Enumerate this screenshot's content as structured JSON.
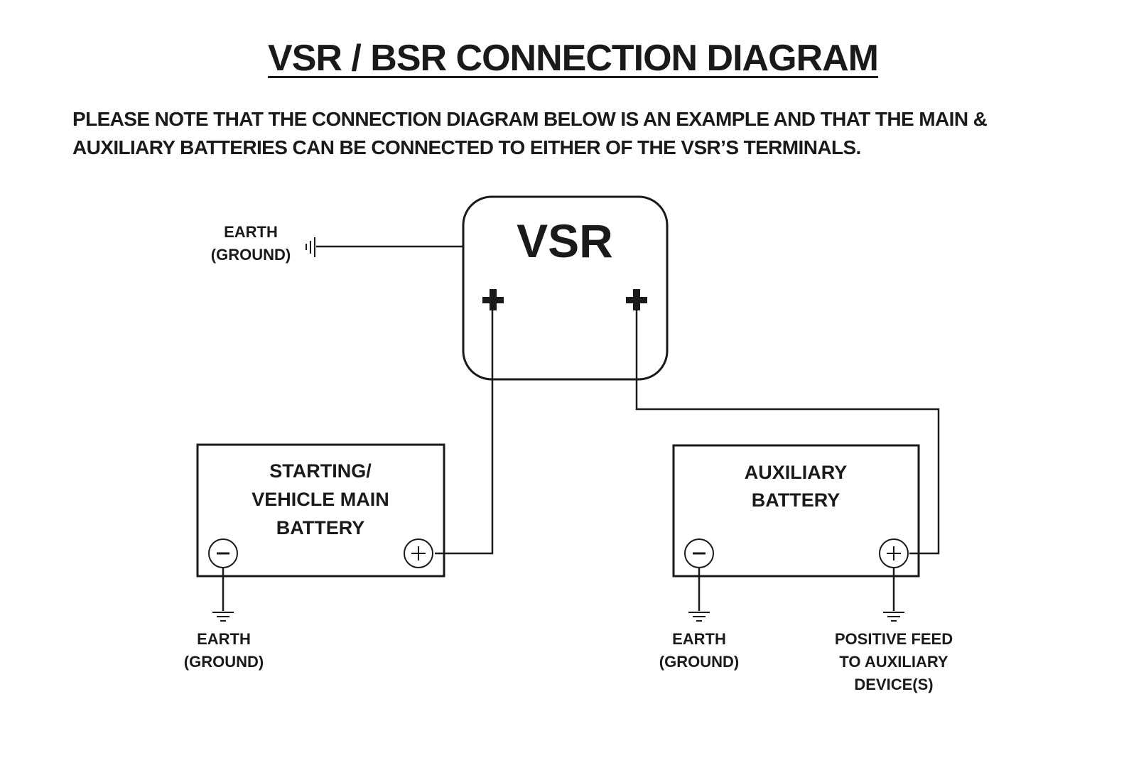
{
  "title": "VSR / BSR CONNECTION DIAGRAM",
  "note": {
    "line1": "PLEASE NOTE THAT THE CONNECTION DIAGRAM BELOW IS AN EXAMPLE AND THAT THE MAIN &",
    "line2": "AUXILIARY BATTERIES CAN BE CONNECTED TO EITHER OF THE VSR’S TERMINALS."
  },
  "vsr": {
    "label": "VSR",
    "terminals": [
      {
        "id": "left",
        "symbol": "+"
      },
      {
        "id": "right",
        "symbol": "+"
      }
    ],
    "earth_label": {
      "line1": "EARTH",
      "line2": "(GROUND)"
    }
  },
  "main_battery": {
    "label_lines": [
      "STARTING/",
      "VEHICLE MAIN",
      "BATTERY"
    ],
    "negative_symbol": "−",
    "positive_symbol": "+",
    "earth_label": {
      "line1": "EARTH",
      "line2": "(GROUND)"
    }
  },
  "aux_battery": {
    "label_lines": [
      "AUXILIARY",
      "BATTERY"
    ],
    "negative_symbol": "−",
    "positive_symbol": "+",
    "earth_label": {
      "line1": "EARTH",
      "line2": "(GROUND)"
    },
    "feed_label": {
      "line1": "POSITIVE FEED",
      "line2": "TO AUXILIARY",
      "line3": "DEVICE(S)"
    }
  },
  "icons": {
    "ground": "ground-symbol",
    "terminal_positive": "plus-in-circle",
    "terminal_negative": "minus-in-circle"
  },
  "colors": {
    "ink": "#1a1a1a",
    "paper": "#ffffff"
  }
}
